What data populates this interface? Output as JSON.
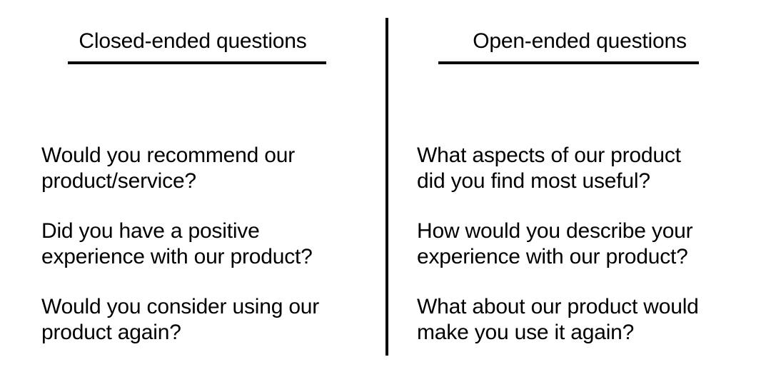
{
  "slide": {
    "background_color": "#ffffff",
    "text_color": "#000000",
    "divider_color": "#000000"
  },
  "columns": [
    {
      "id": "closed-ended",
      "heading": "Closed-ended questions",
      "questions": [
        "Would you recommend our\nproduct/service?",
        "Did you have a positive\nexperience with our product?",
        "Would you consider using our\nproduct again?"
      ]
    },
    {
      "id": "open-ended",
      "heading": "Open-ended questions",
      "questions": [
        "What aspects of our product\ndid you find most useful?",
        "How would you describe your\nexperience with our product?",
        "What about our product would\nmake you use it again?"
      ]
    }
  ]
}
